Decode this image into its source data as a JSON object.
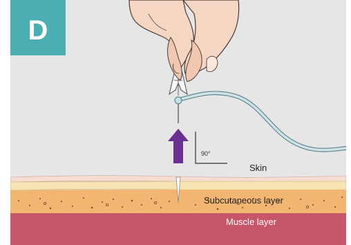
{
  "panel": {
    "letter": "D",
    "angle_label": "90°",
    "layers": {
      "skin": "Skin",
      "subcutaneous": "Subcutaneous layer",
      "muscle": "Muscle layer"
    }
  },
  "colors": {
    "panel_bg": "#e6e6e6",
    "badge": "#4aaeb2",
    "skin_top": "#f7dcd2",
    "skin_band": "#f6e3b4",
    "subcutaneous": "#f2b572",
    "muscle": "#c8566a",
    "arrow": "#6a2f90",
    "tubing": "#9fc4cc"
  },
  "icons": [
    "hand-icon",
    "butterfly-needle-icon",
    "upward-arrow-icon",
    "right-angle-icon"
  ]
}
